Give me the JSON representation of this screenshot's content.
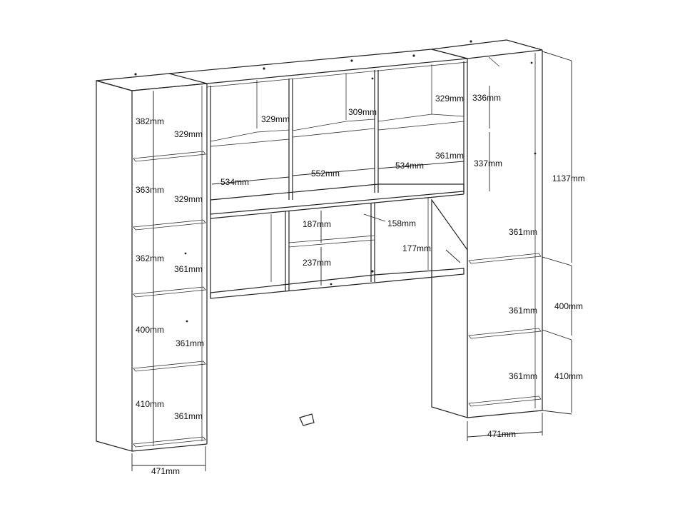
{
  "dimensions": {
    "left_tower": {
      "heights": [
        "382mm",
        "363mm",
        "362mm",
        "400mm",
        "410mm"
      ],
      "depths": [
        "329mm",
        "329mm",
        "361mm",
        "361mm",
        "361mm"
      ],
      "width": "471mm"
    },
    "bridge_upper": {
      "widths": [
        "534mm",
        "552mm",
        "534mm"
      ],
      "depths": [
        "329mm",
        "309mm",
        "329mm",
        "361mm"
      ],
      "heights": [
        "336mm",
        "337mm"
      ]
    },
    "bridge_lower": {
      "heights": [
        "187mm",
        "237mm"
      ],
      "depths": [
        "158mm",
        "177mm"
      ]
    },
    "right_tower": {
      "total_height": "1137mm",
      "heights": [
        "400mm",
        "410mm"
      ],
      "depths": [
        "361mm",
        "361mm",
        "361mm"
      ],
      "width": "471mm"
    }
  }
}
